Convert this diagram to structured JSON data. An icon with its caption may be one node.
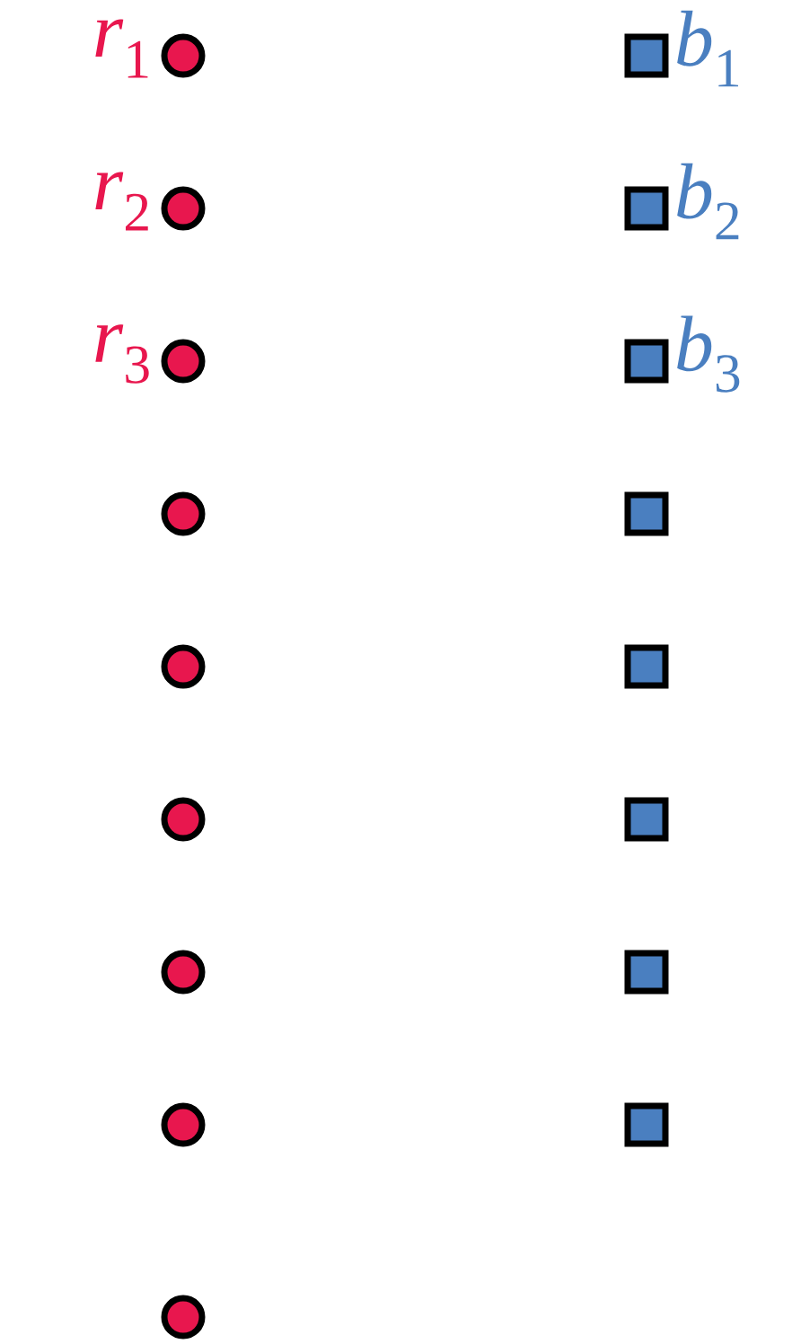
{
  "diagram": {
    "nodes": [
      {
        "text": [],
        "shape": "circle",
        "beside": [
          "*r*$_{1}$"
        ]
      },
      {
        "text": [],
        "shape": "circle",
        "beside": [
          "*r*$_{2}$"
        ]
      },
      {
        "text": [],
        "shape": "circle",
        "beside": [
          "*r*$_{3}$"
        ]
      },
      {
        "text": [],
        "shape": "circle"
      },
      {
        "text": [],
        "shape": "circle"
      },
      {
        "text": [],
        "shape": "circle"
      },
      {
        "text": [],
        "shape": "circle"
      },
      {
        "text": [],
        "shape": "circle"
      },
      {
        "text": [],
        "shape": "circle"
      },
      {
        "text": [],
        "shape": "box",
        "beside": [
          "*b*$_{1}$"
        ]
      },
      {
        "text": [],
        "shape": "box",
        "beside": [
          "*b*$_{2}$"
        ]
      },
      {
        "text": [],
        "shape": "box",
        "beside": [
          "*b*$_{3}$"
        ]
      },
      {
        "text": [],
        "shape": "box"
      },
      {
        "text": [],
        "shape": "box"
      },
      {
        "text": [],
        "shape": "box"
      },
      {
        "text": [],
        "shape": "box"
      },
      {
        "text": [],
        "shape": "box"
      }
    ]
  }
}
